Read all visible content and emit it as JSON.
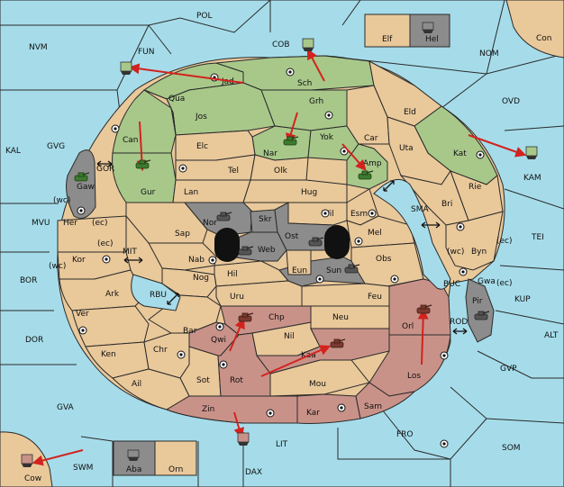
{
  "colors": {
    "sea": "#a6dcea",
    "neutral": "#e9c89a",
    "green": "#a8c88a",
    "red": "#c99289",
    "grey": "#8c8c8c",
    "black": "#111111",
    "arrow": "#d2231e"
  },
  "sea_labels": {
    "POL": "POL",
    "NVM": "NVM",
    "FUN": "FUN",
    "COB": "COB",
    "NOM": "NOM",
    "Con": "Con",
    "OVD": "OVD",
    "KAL": "KAL",
    "GVG": "GVG",
    "GOR": "GOR",
    "KAM": "KAM",
    "MVU": "MVU",
    "SMA": "SMA",
    "TEI": "TEI",
    "MIT": "MIT",
    "BOR": "BOR",
    "RBU": "RBU",
    "BUC": "BUC",
    "KUP": "KUP",
    "DOR": "DOR",
    "ROD": "ROD",
    "ALT": "ALT",
    "GVP": "GVP",
    "GVA": "GVA",
    "FRO": "FRO",
    "SOM": "SOM",
    "LIT": "LIT",
    "SWM": "SWM",
    "DAX": "DAX",
    "Cow": "Cow"
  },
  "land_labels": {
    "Jad": "Jad",
    "Sch": "Sch",
    "Qua": "Qua",
    "Jos": "Jos",
    "Grh": "Grh",
    "Eld": "Eld",
    "Can": "Can",
    "Elc": "Elc",
    "Nar": "Nar",
    "Yok": "Yok",
    "Car": "Car",
    "Uta": "Uta",
    "Kat": "Kat",
    "Gaw": "Gaw",
    "Gur": "Gur",
    "Tel": "Tel",
    "Olk": "Olk",
    "Amp": "Amp",
    "Lan": "Lan",
    "Hug": "Hug",
    "Rie": "Rie",
    "Bri": "Bri",
    "Her": "Her",
    "Nor": "Nor",
    "Skr": "Skr",
    "Ost": "Ost",
    "Wil": "Wil",
    "Esm": "Esm",
    "Sap": "Sap",
    "Web": "Web",
    "Mel": "Mel",
    "Byn": "Byn",
    "Kor": "Kor",
    "Nab": "Nab",
    "Eun": "Eun",
    "Sun": "Sun",
    "Obs": "Obs",
    "Gwa": "Gwa",
    "Hil": "Hil",
    "Nog": "Nog",
    "Ark": "Ark",
    "Uru": "Uru",
    "Feu": "Feu",
    "Pir": "Pir",
    "Ver": "Ver",
    "Chp": "Chp",
    "Neu": "Neu",
    "Orl": "Orl",
    "Bar": "Bar",
    "Qwi": "Qwi",
    "Nil": "Nil",
    "Ken": "Ken",
    "Chr": "Chr",
    "Kaa": "Kaa",
    "Rot": "Rot",
    "Los": "Los",
    "Sot": "Sot",
    "Ail": "Ail",
    "Mou": "Mou",
    "Zin": "Zin",
    "Kar": "Kar",
    "Sam": "Sam"
  },
  "coast_labels": {
    "wc1": "(wc)",
    "ec1": "(ec)",
    "ec2": "(ec)",
    "wc2": "(wc)",
    "wc3": "(wc)",
    "ec3": "(ec)",
    "ec4": "(ec)"
  },
  "inset_labels": {
    "Elf": "Elf",
    "Hel": "Hel",
    "Aba": "Aba",
    "Orn": "Orn"
  }
}
